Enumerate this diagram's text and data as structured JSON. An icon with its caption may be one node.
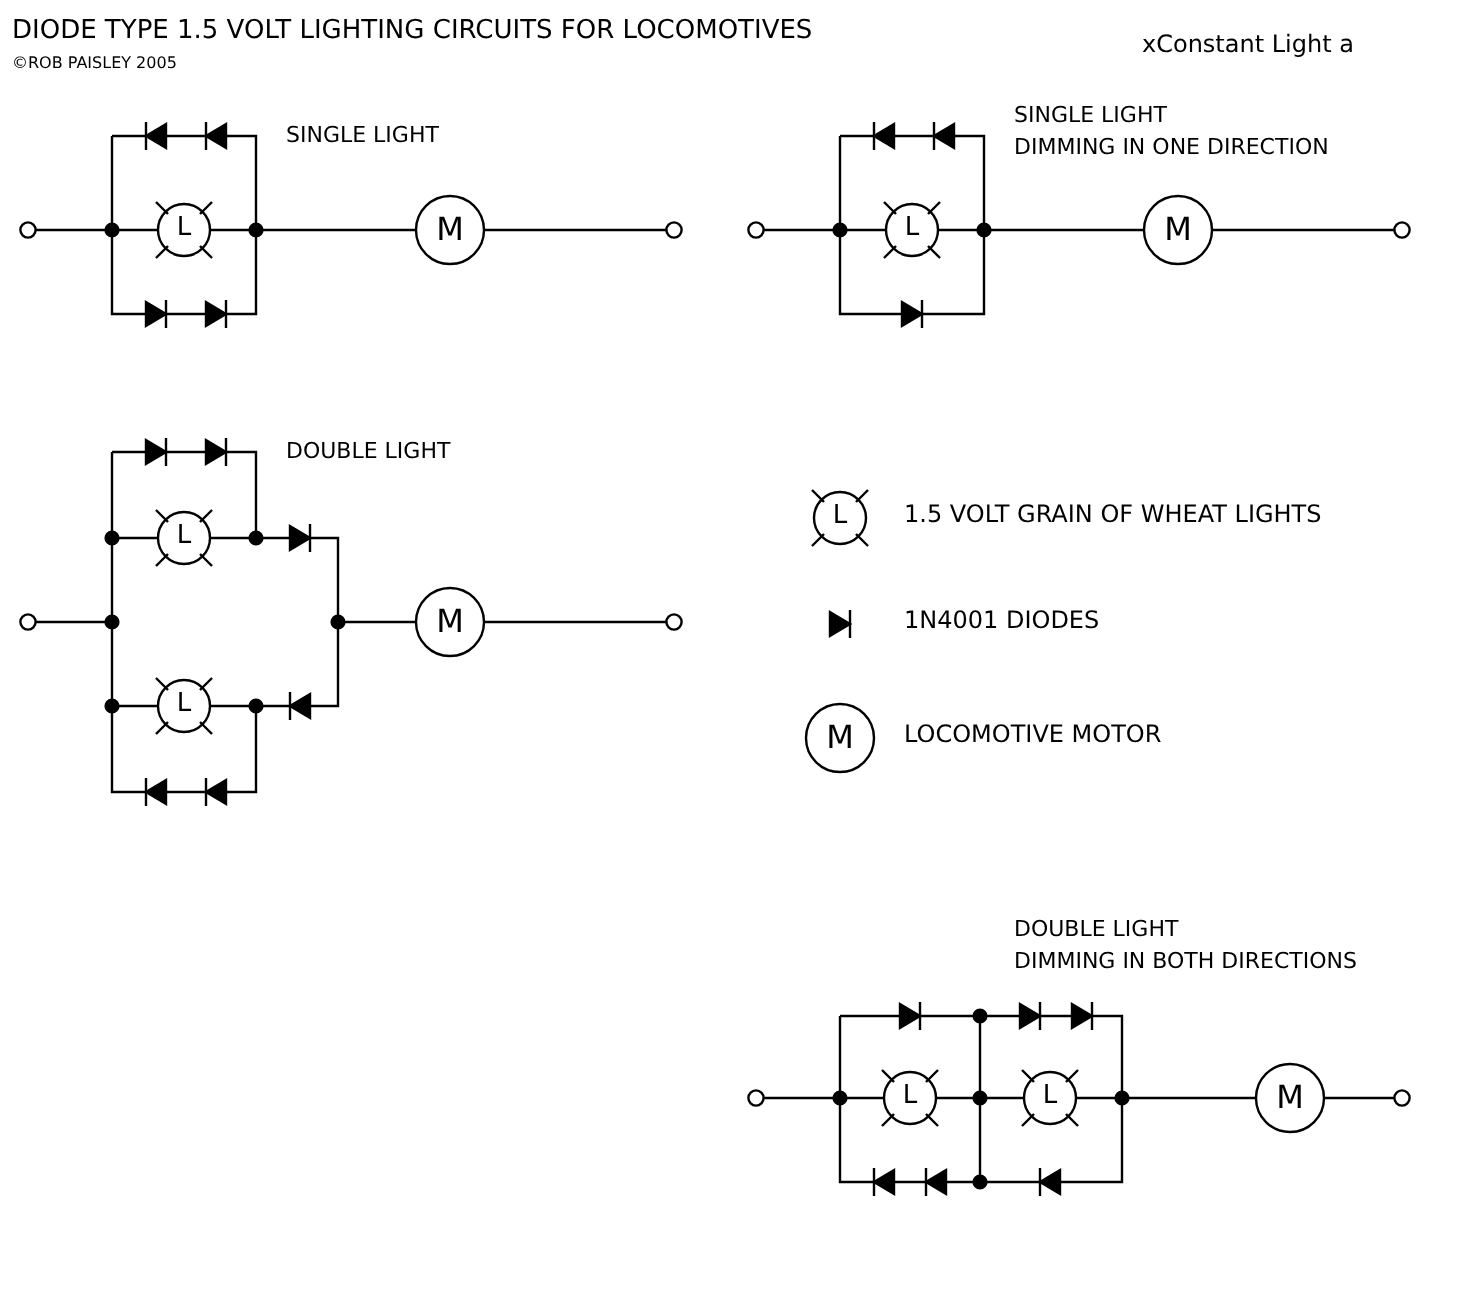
{
  "diagram": {
    "title": "DIODE TYPE 1.5 VOLT LIGHTING CIRCUITS FOR LOCOMOTIVES",
    "labels": [
      "©ROB PAISLEY 2005",
      "xConstant Light a",
      "SINGLE LIGHT",
      "SINGLE LIGHT",
      "DIMMING IN ONE DIRECTION",
      "L",
      "M",
      "L",
      "M",
      "DOUBLE LIGHT",
      "L",
      "M",
      "L",
      "DOUBLE LIGHT",
      "DIMMING IN BOTH DIRECTIONS",
      "L",
      "L",
      "M",
      "L",
      "M"
    ],
    "legend": [
      {
        "text": "1.5 VOLT GRAIN OF WHEAT LIGHTS"
      },
      {
        "text": "1N4001 DIODES"
      },
      {
        "text": "LOCOMOTIVE MOTOR"
      }
    ]
  }
}
